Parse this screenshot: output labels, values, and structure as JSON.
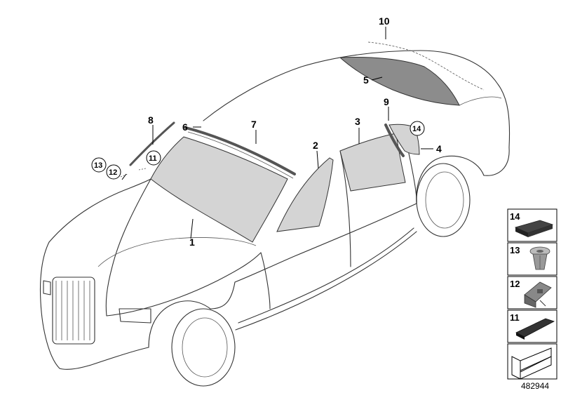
{
  "callouts": {
    "p1": "1",
    "p2": "2",
    "p3": "3",
    "p4": "4",
    "p5": "5",
    "p6": "6",
    "p7": "7",
    "p8": "8",
    "p9": "9",
    "p10": "10",
    "p11": "11",
    "p12": "12",
    "p13": "13",
    "p14": "14"
  },
  "legend": {
    "items": [
      {
        "label": "14",
        "icon": "foam-pad-icon"
      },
      {
        "label": "13",
        "icon": "expansion-clip-icon"
      },
      {
        "label": "12",
        "icon": "bracket-clip-icon"
      },
      {
        "label": "11",
        "icon": "rubber-buffer-icon"
      },
      {
        "label": "",
        "icon": "bookmark-arrow-icon"
      }
    ]
  },
  "diagram_number": "482944"
}
